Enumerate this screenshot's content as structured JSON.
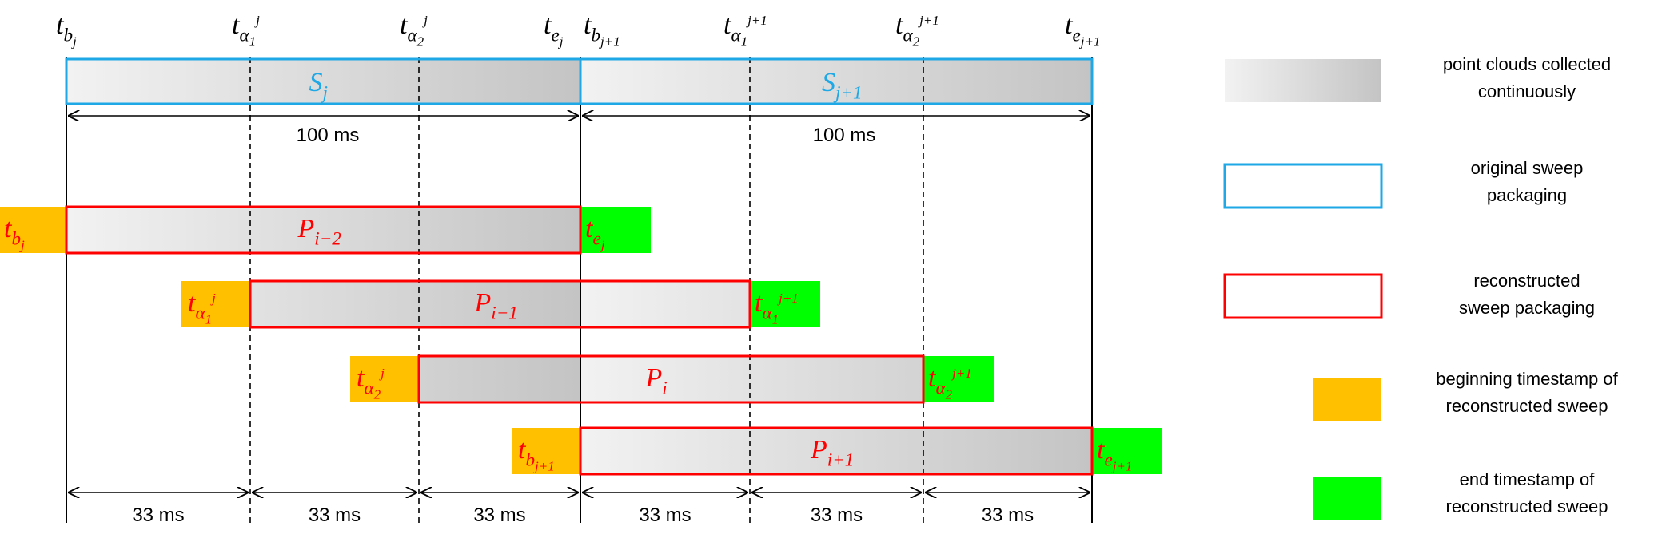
{
  "top_timestamps": [
    {
      "base": "t",
      "sub": "b",
      "subsub": "j",
      "sup": ""
    },
    {
      "base": "t",
      "sub": "α",
      "subsub": "1",
      "sup": "j"
    },
    {
      "base": "t",
      "sub": "α",
      "subsub": "2",
      "sup": "j"
    },
    {
      "base": "t",
      "sub": "e",
      "subsub": "j",
      "sup": ""
    },
    {
      "base": "t",
      "sub": "b",
      "subsub": "j+1",
      "sup": ""
    },
    {
      "base": "t",
      "sub": "α",
      "subsub": "1",
      "sup": "j+1"
    },
    {
      "base": "t",
      "sub": "α",
      "subsub": "2",
      "sup": "j+1"
    },
    {
      "base": "t",
      "sub": "e",
      "subsub": "j+1",
      "sup": ""
    }
  ],
  "sweeps": [
    {
      "base": "S",
      "sub": "j",
      "duration": "100 ms"
    },
    {
      "base": "S",
      "sub": "j+1",
      "duration": "100 ms"
    }
  ],
  "packages": [
    {
      "base": "P",
      "sub": "i−2",
      "begin": {
        "base": "t",
        "sub": "b",
        "subsub": "j",
        "sup": ""
      },
      "end": {
        "base": "t",
        "sub": "e",
        "subsub": "j",
        "sup": ""
      }
    },
    {
      "base": "P",
      "sub": "i−1",
      "begin": {
        "base": "t",
        "sub": "α",
        "subsub": "1",
        "sup": "j"
      },
      "end": {
        "base": "t",
        "sub": "α",
        "subsub": "1",
        "sup": "j+1"
      }
    },
    {
      "base": "P",
      "sub": "i",
      "begin": {
        "base": "t",
        "sub": "α",
        "subsub": "2",
        "sup": "j"
      },
      "end": {
        "base": "t",
        "sub": "α",
        "subsub": "2",
        "sup": "j+1"
      }
    },
    {
      "base": "P",
      "sub": "i+1",
      "begin": {
        "base": "t",
        "sub": "b",
        "subsub": "j+1",
        "sup": ""
      },
      "end": {
        "base": "t",
        "sub": "e",
        "subsub": "j+1",
        "sup": ""
      }
    }
  ],
  "intervals": [
    "33 ms",
    "33 ms",
    "33 ms",
    "33 ms",
    "33 ms",
    "33 ms"
  ],
  "legend": [
    {
      "kind": "gradient",
      "lines": [
        "point clouds collected",
        "continuously"
      ]
    },
    {
      "kind": "blue-box",
      "lines": [
        "original sweep",
        "packaging"
      ]
    },
    {
      "kind": "red-box",
      "lines": [
        "reconstructed",
        "sweep packaging"
      ]
    },
    {
      "kind": "orange",
      "lines": [
        "beginning timestamp of",
        "reconstructed sweep"
      ]
    },
    {
      "kind": "green",
      "lines": [
        "end timestamp of",
        "reconstructed sweep"
      ]
    }
  ],
  "colors": {
    "sweep_border": "#1ea8e6",
    "package_border": "#ff0000",
    "begin_fill": "#ffc000",
    "end_fill": "#00ff00",
    "gradient_light": "#f2f2f2",
    "gradient_dark": "#c4c4c4",
    "package_text": "#ff0000",
    "sweep_text": "#1ea8e6"
  }
}
